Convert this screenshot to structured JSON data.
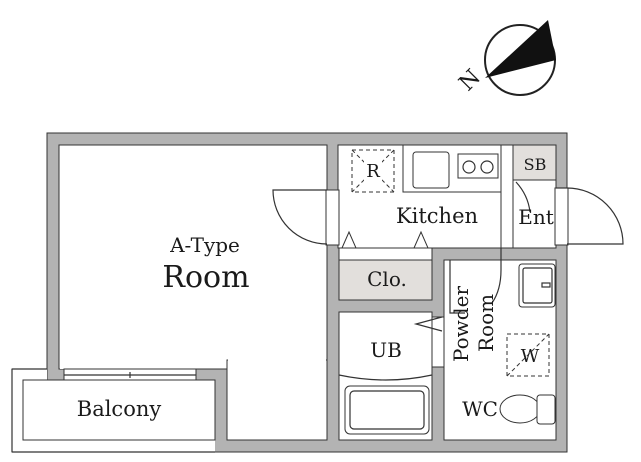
{
  "compass": {
    "label": "N"
  },
  "rooms": {
    "main_type": "A-Type",
    "main": "Room",
    "balcony": "Balcony",
    "kitchen": "Kitchen",
    "entrance": "Ent",
    "shoe_box": "SB",
    "closet": "Clo.",
    "unit_bath": "UB",
    "powder_room_1": "Powder",
    "powder_room_2": "Room",
    "washer": "W",
    "refrigerator": "R",
    "toilet": "WC"
  },
  "colors": {
    "wall": "#b3b3b3",
    "storage": "#e2dfdc",
    "line": "#333333"
  }
}
